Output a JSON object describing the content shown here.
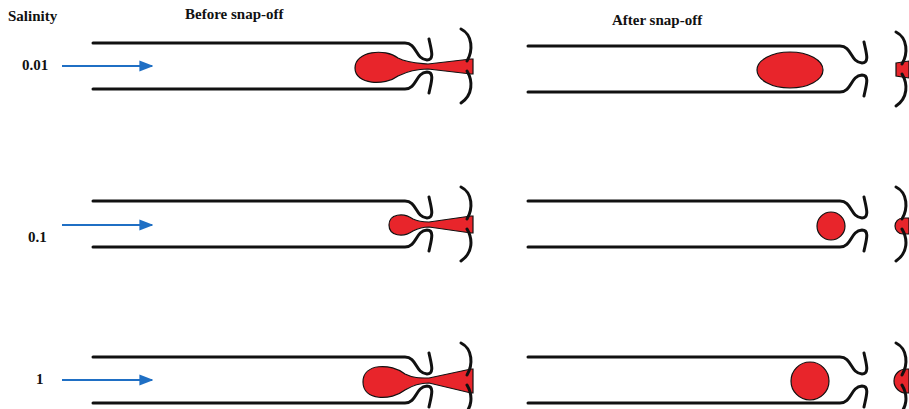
{
  "diagram": {
    "labels": [
      "Salinity",
      "Before snap-off",
      "After snap-off",
      "0.01",
      "0.1",
      "1"
    ]
  }
}
